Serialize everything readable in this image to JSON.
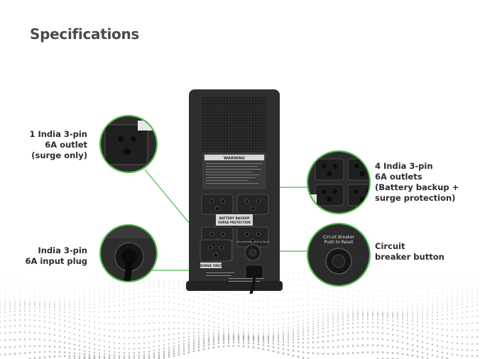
{
  "title": "Specifications",
  "colors": {
    "accent": "#4cbb4a",
    "unit_body": "#2e2e2e",
    "unit_dark": "#1c1c1c"
  },
  "callouts": {
    "outlet_surge": [
      "1 India 3-pin",
      "6A outlet",
      "(surge only)"
    ],
    "input_plug": [
      "India 3-pin",
      "6A input plug"
    ],
    "outlets_backup": [
      "4 India 3-pin",
      "6A outlets",
      "(Battery backup +",
      "surge protection)"
    ],
    "circuit_breaker": [
      "Circuit",
      "breaker button"
    ]
  },
  "unit_labels": {
    "warning": "WARNING",
    "battery_backup": "BATTERY BACKUP",
    "surge_protection": "SURGE PROTECTION",
    "surge_only": "SURGE ONLY",
    "circuit_breaker_small": "Circuit Breaker Push to Reset"
  },
  "zoom_labels": {
    "circuit_breaker": [
      "Circuit Breaker",
      "Push to Reset"
    ]
  }
}
